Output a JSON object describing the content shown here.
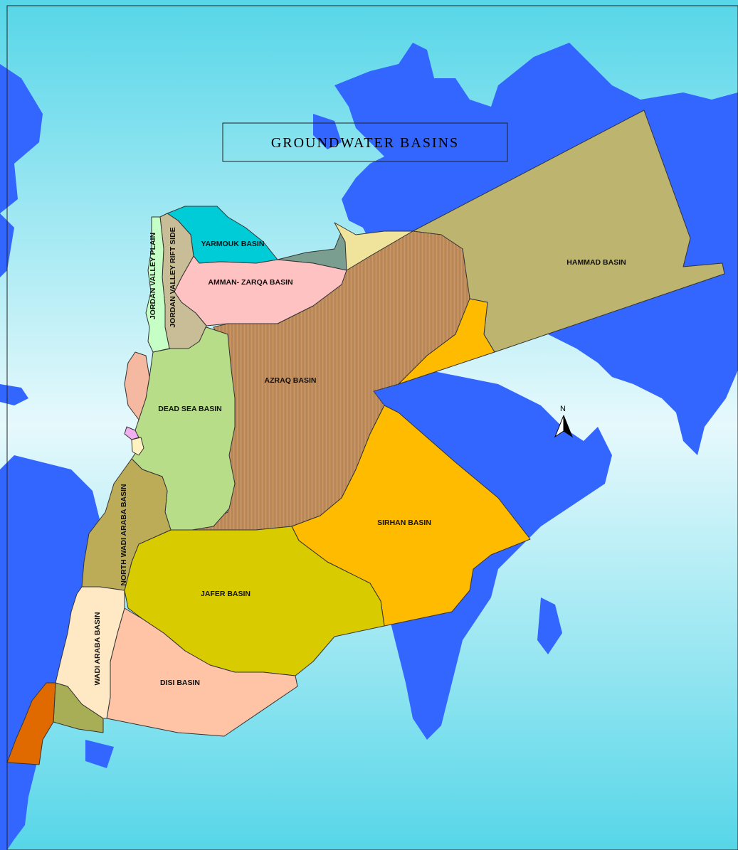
{
  "map": {
    "title": "GROUNDWATER BASINS",
    "north_arrow_label": "N",
    "colors": {
      "ocean_light": "#e6f9fc",
      "ocean_dark": "#56d6e8",
      "land": "#3366ff"
    },
    "basins": [
      {
        "id": "hammad",
        "label": "HAMMAD BASIN",
        "color": "#bdb56f"
      },
      {
        "id": "azraq",
        "label": "AZRAQ BASIN",
        "color": "#bf8c5a"
      },
      {
        "id": "sirhan",
        "label": "SIRHAN BASIN",
        "color": "#ffbb00"
      },
      {
        "id": "jafer",
        "label": "JAFER BASIN",
        "color": "#d8cc00"
      },
      {
        "id": "disi",
        "label": "DISI BASIN",
        "color": "#ffc3a6"
      },
      {
        "id": "dead-sea",
        "label": "DEAD SEA BASIN",
        "color": "#b8dd88"
      },
      {
        "id": "north-wadi-araba",
        "label": "NORTH WADI ARABA BASIN",
        "color": "#bcac58"
      },
      {
        "id": "wadi-araba",
        "label": "WADI ARABA BASIN",
        "color": "#ffe8c4"
      },
      {
        "id": "yarmouk",
        "label": "YARMOUK BASIN",
        "color": "#00ccd8"
      },
      {
        "id": "amman-zarqa",
        "label": "AMMAN- ZARQA BASIN",
        "color": "#ffc2c2"
      },
      {
        "id": "jordan-valley-rift-side",
        "label": "JORDAN VALLEY RIFT SIDE",
        "color": "#c8bd96"
      },
      {
        "id": "jordan-valley-plain",
        "label": "JORDAN VALLEY PLAIN",
        "color": "#c6ffc6"
      }
    ]
  }
}
